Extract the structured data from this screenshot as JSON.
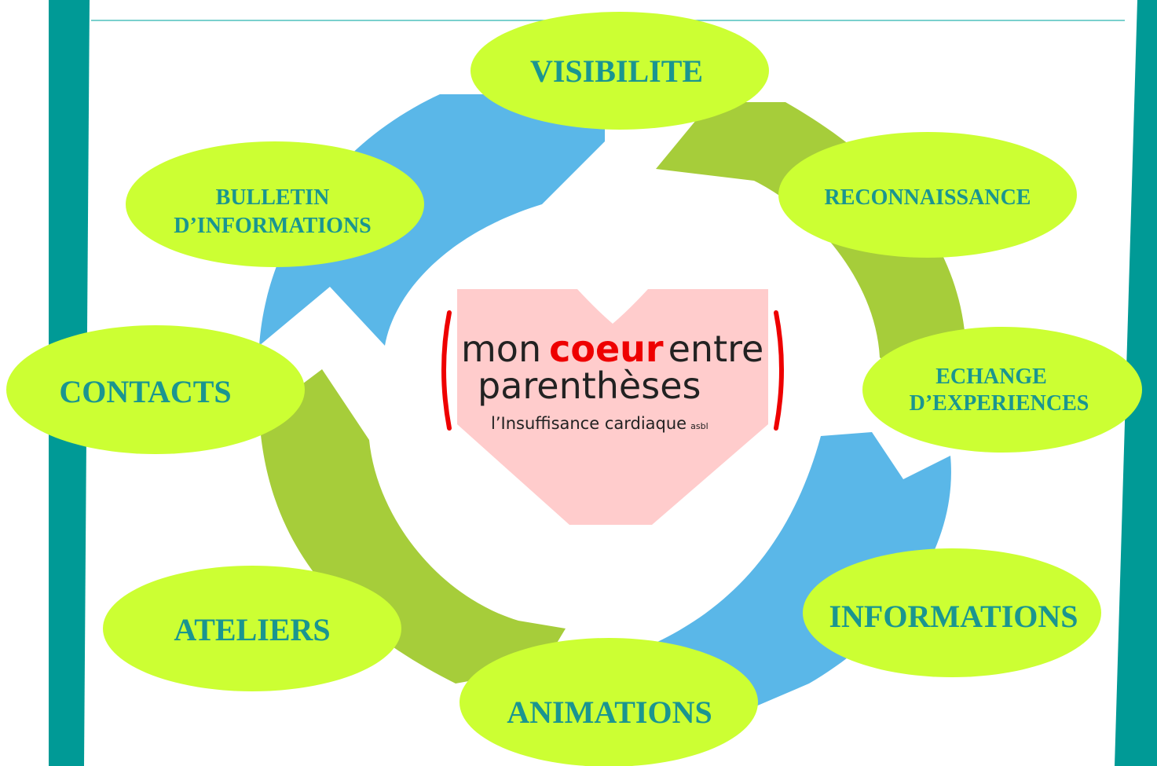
{
  "colors": {
    "frame_teal": "#009a96",
    "top_rule": "#4fc1bd",
    "arrow_blue": "#5ab7e8",
    "arrow_green": "#a6cd3a",
    "node_fill": "#ccff33",
    "node_text": "#1a9590",
    "heart_fill": "#ffcccc",
    "bracket_red": "#ee0000"
  },
  "logo": {
    "word_mon": "mon",
    "word_coeur": "coeur",
    "word_entre": "entre",
    "word_parentheses": "parenthèses",
    "subtitle": "l’Insuffisance cardiaque",
    "suffix": "asbl"
  },
  "nodes": {
    "visibilite": {
      "lines": [
        "VISIBILITE"
      ]
    },
    "reconnaissance": {
      "lines": [
        "RECONNAISSANCE"
      ]
    },
    "echange": {
      "lines": [
        "ECHANGE",
        "D’EXPERIENCES"
      ]
    },
    "informations": {
      "lines": [
        "INFORMATIONS"
      ]
    },
    "animations": {
      "lines": [
        "ANIMATIONS"
      ]
    },
    "ateliers": {
      "lines": [
        "ATELIERS"
      ]
    },
    "contacts": {
      "lines": [
        "CONTACTS"
      ]
    },
    "bulletin": {
      "lines": [
        "BULLETIN",
        "D’INFORMATIONS"
      ]
    }
  }
}
